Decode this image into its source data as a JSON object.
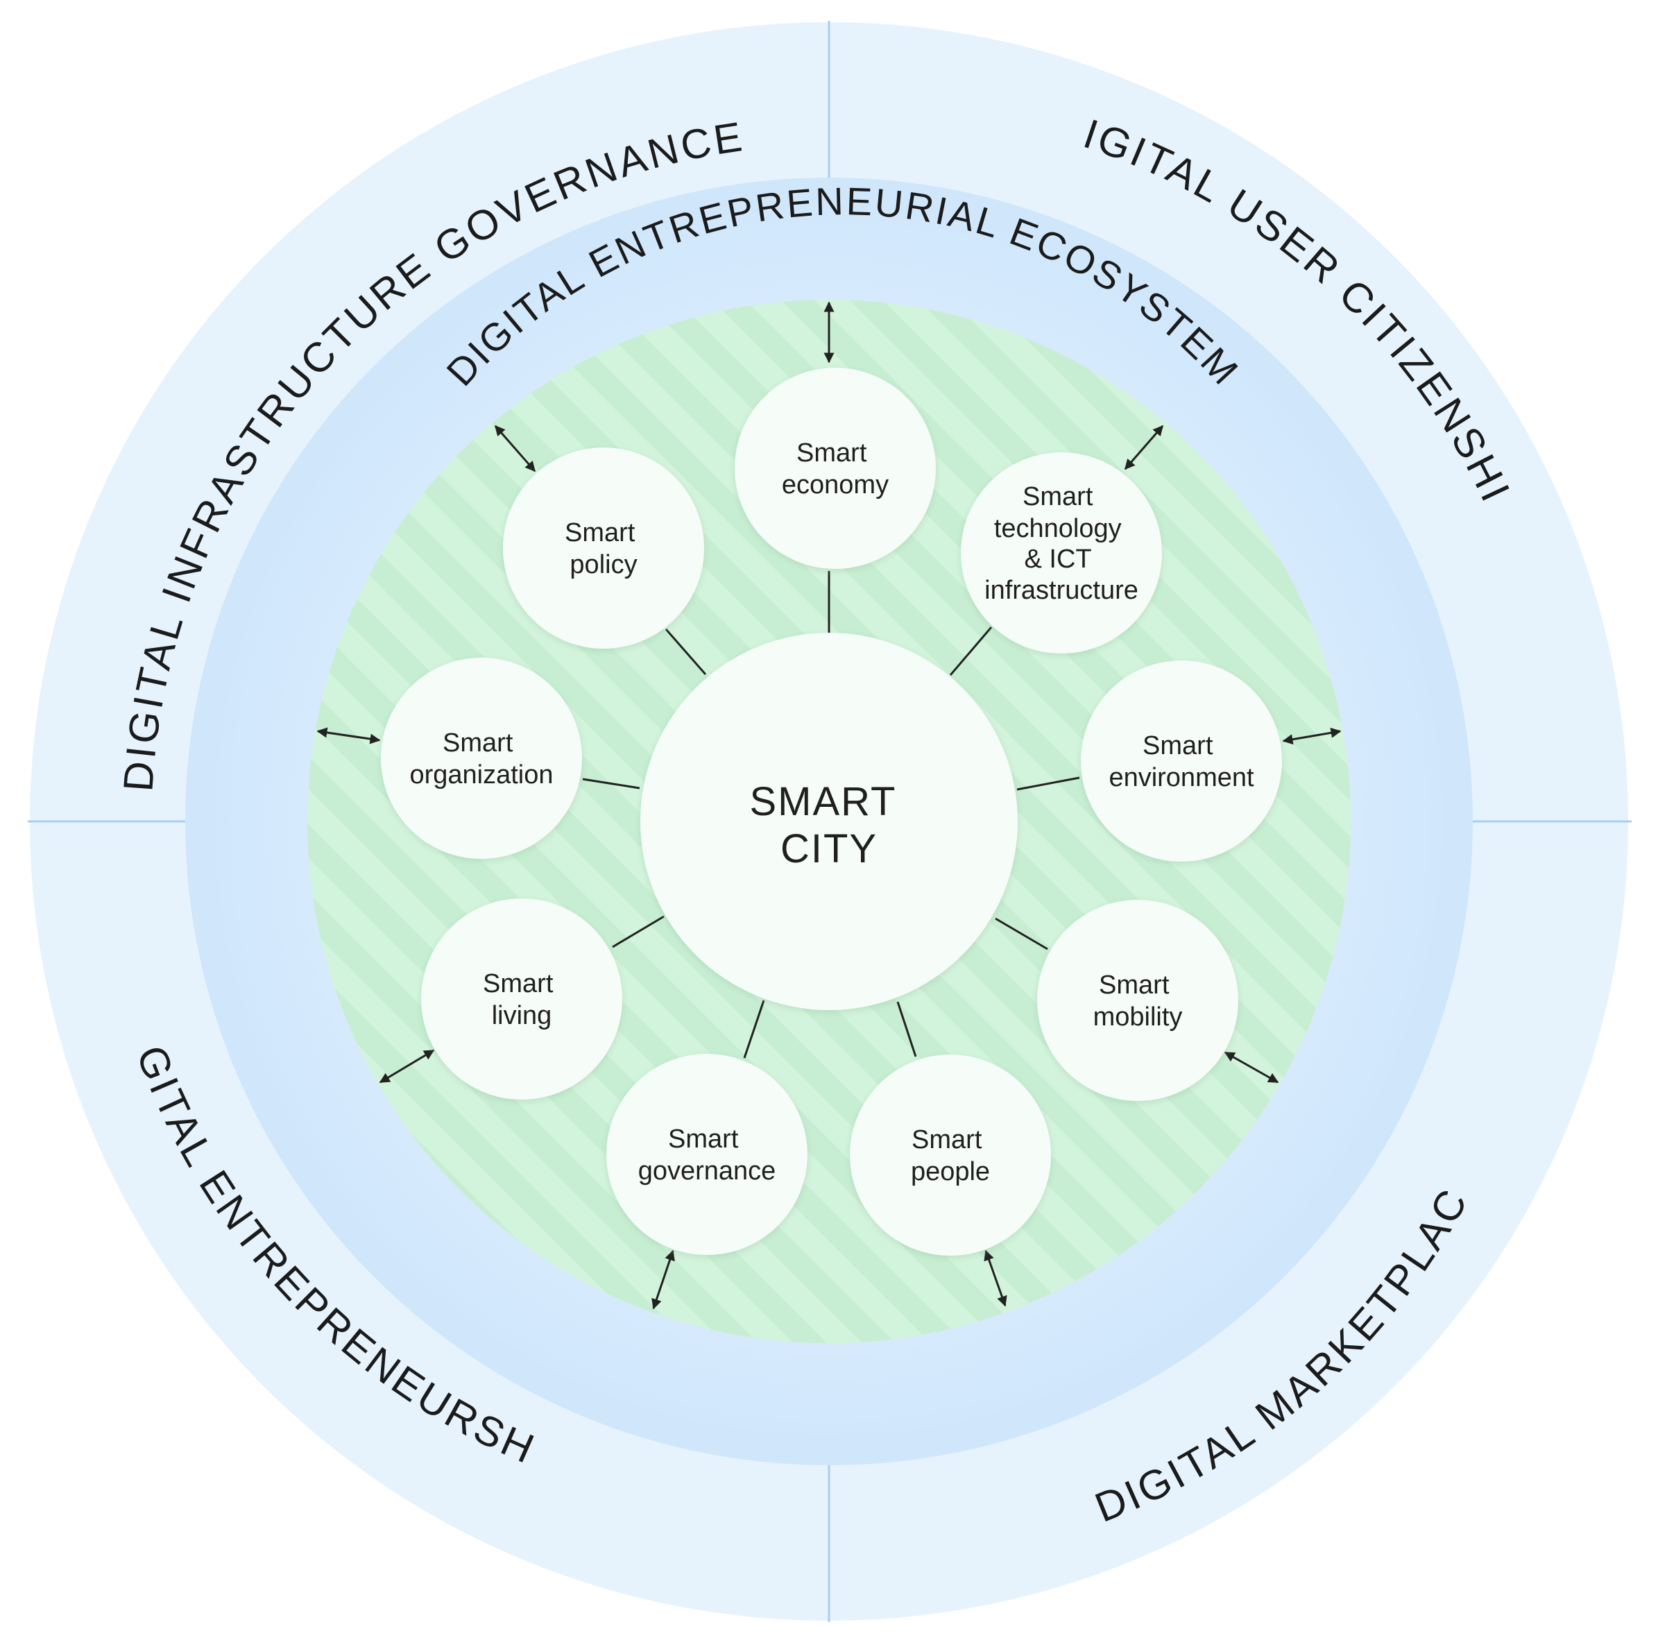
{
  "diagram": {
    "center": {
      "lines": [
        "SMART",
        "CITY"
      ]
    },
    "middle_ring_label": "DIGITAL ENTREPRENEURIAL ECOSYSTEM",
    "quadrants": [
      {
        "id": "top-left",
        "label": "DIGITAL INFRASTRUCTURE GOVERNANCE"
      },
      {
        "id": "top-right",
        "label": "DIGITAL USER CITIZENSHIP"
      },
      {
        "id": "bottom-left",
        "label": "DIGITAL ENTREPRENEURSHIP"
      },
      {
        "id": "bottom-right",
        "label": "DIGITAL MARKETPLACE"
      }
    ],
    "nodes": [
      {
        "id": "economy",
        "lines": [
          "Smart",
          "economy"
        ]
      },
      {
        "id": "technology",
        "lines": [
          "Smart",
          "technology",
          "& ICT",
          "infrastructure"
        ]
      },
      {
        "id": "environment",
        "lines": [
          "Smart",
          "environment"
        ]
      },
      {
        "id": "mobility",
        "lines": [
          "Smart",
          "mobility"
        ]
      },
      {
        "id": "people",
        "lines": [
          "Smart",
          "people"
        ]
      },
      {
        "id": "governance",
        "lines": [
          "Smart",
          "governance"
        ]
      },
      {
        "id": "living",
        "lines": [
          "Smart",
          "living"
        ]
      },
      {
        "id": "organization",
        "lines": [
          "Smart",
          "organization"
        ]
      },
      {
        "id": "policy",
        "lines": [
          "Smart",
          "policy"
        ]
      }
    ],
    "colors": {
      "outer_ring": "#e6f3fd",
      "middle_ring": "#d2e8fb",
      "inner_disc": "#d3f4dc",
      "stripe": "#c7eed2",
      "node_fill": "#f6fcf8",
      "divider": "#a9cdf0",
      "line": "#222222"
    }
  }
}
